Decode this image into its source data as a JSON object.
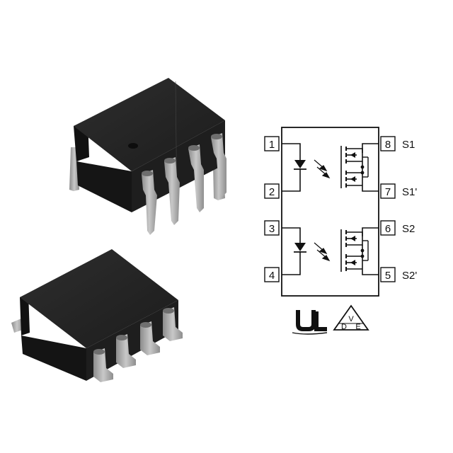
{
  "pins": [
    {
      "number": "1",
      "label": ""
    },
    {
      "number": "2",
      "label": ""
    },
    {
      "number": "3",
      "label": ""
    },
    {
      "number": "4",
      "label": ""
    },
    {
      "number": "5",
      "label": "S2'"
    },
    {
      "number": "6",
      "label": "S2"
    },
    {
      "number": "7",
      "label": "S1'"
    },
    {
      "number": "8",
      "label": "S1"
    }
  ],
  "certifications": {
    "ul_mark": "UL",
    "vde_letters": [
      "D",
      "V",
      "E"
    ]
  },
  "icons": [
    "dip8-package-icon",
    "smd8-package-icon",
    "led-icon",
    "mosfet-icon",
    "ul-mark-icon",
    "vde-mark-icon"
  ],
  "colors": {
    "package_body": "#1a1a1a",
    "lead": "#a8a8a8",
    "line": "#111111"
  }
}
